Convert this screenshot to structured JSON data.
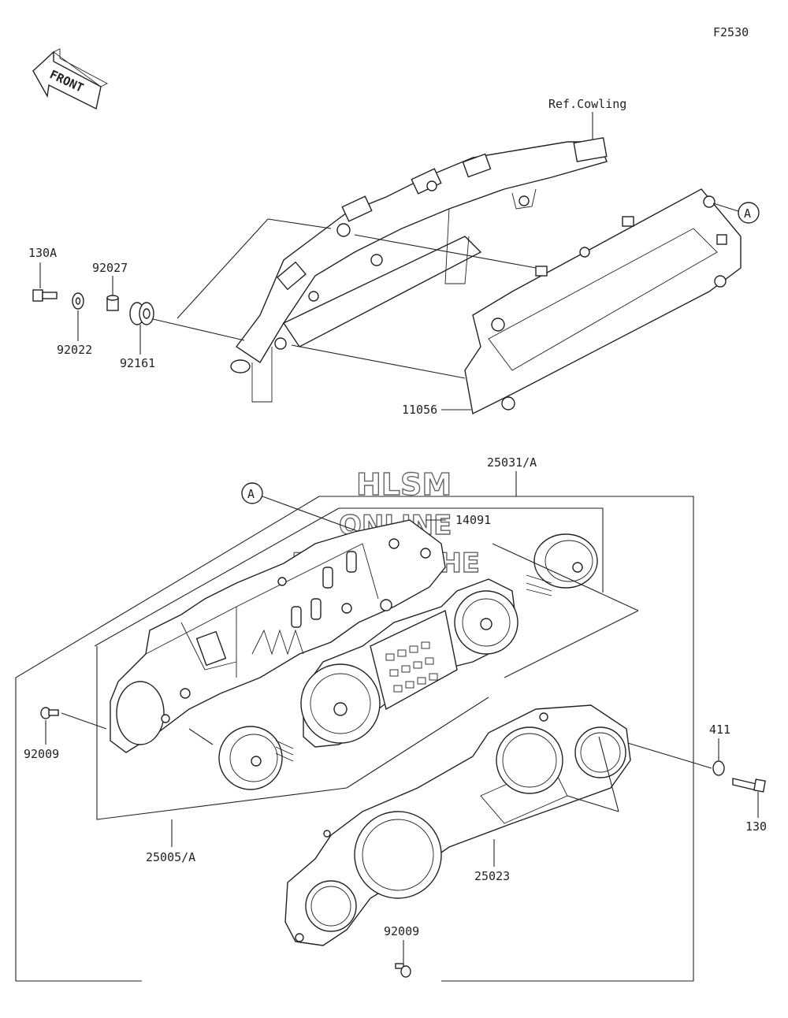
{
  "figure_code": "F2530",
  "front_arrow": "FRONT",
  "watermark": {
    "line1": "HLSM",
    "line2": "ONLINE",
    "line3": "MICROFICHE"
  },
  "ref_marker": "A",
  "labels": {
    "ref_cowling": "Ref.Cowling",
    "p130A": "130A",
    "p92027": "92027",
    "p92022": "92022",
    "p92161": "92161",
    "p11056": "11056",
    "p25031A": "25031/A",
    "p14091": "14091",
    "p92009_left": "92009",
    "p25005A": "25005/A",
    "p411": "411",
    "p130": "130",
    "p25023": "25023",
    "p92009_bottom": "92009"
  }
}
